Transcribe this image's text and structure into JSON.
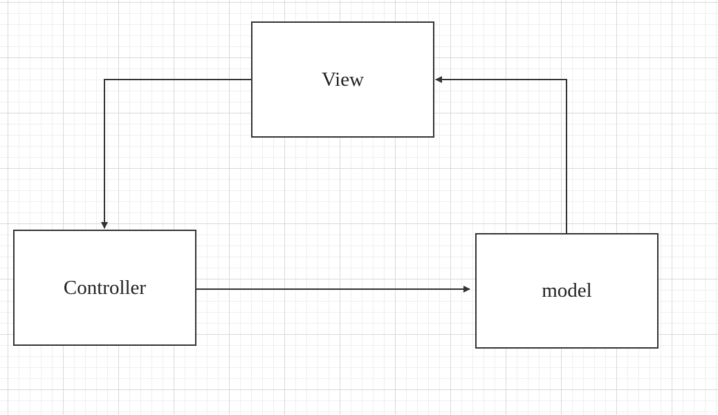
{
  "diagram": {
    "nodes": {
      "view": {
        "label": "View"
      },
      "controller": {
        "label": "Controller"
      },
      "model": {
        "label": "model"
      }
    },
    "edges": [
      {
        "from": "View",
        "to": "Controller"
      },
      {
        "from": "Controller",
        "to": "model"
      },
      {
        "from": "model",
        "to": "View"
      }
    ],
    "colors": {
      "stroke": "#333333",
      "grid_major": "#d9d9d9",
      "grid_minor": "#efefef",
      "background": "#ffffff"
    }
  }
}
